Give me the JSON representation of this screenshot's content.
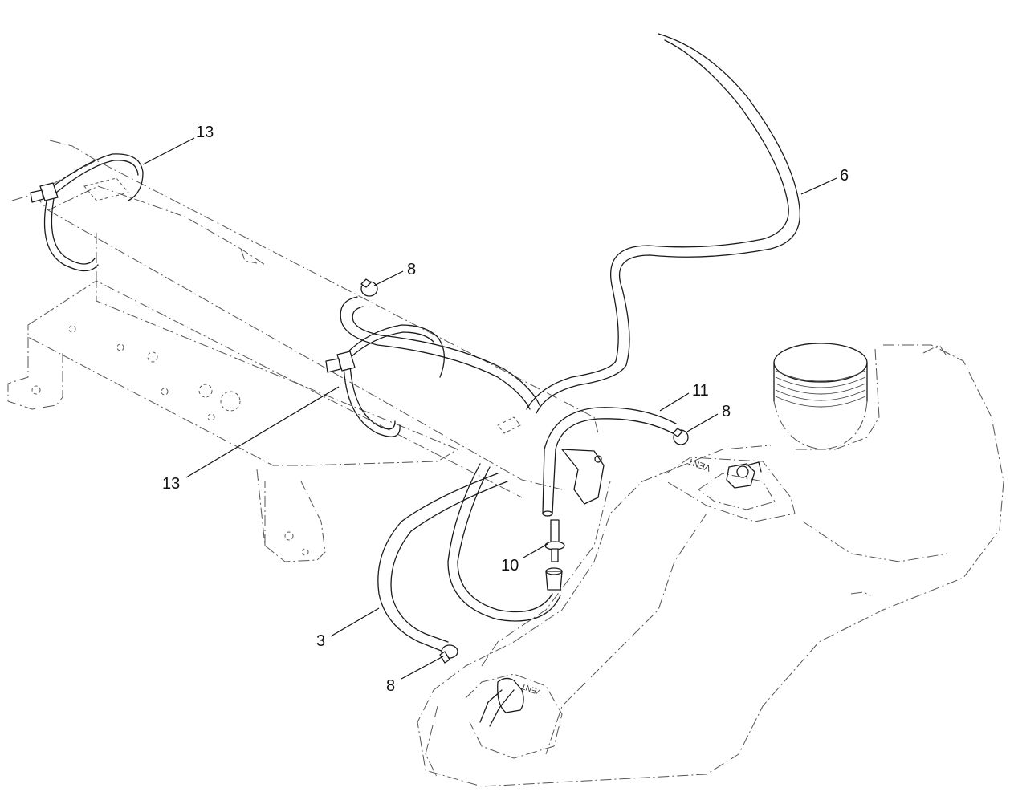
{
  "callouts": {
    "c13_top": "13",
    "c6": "6",
    "c8_upper": "8",
    "c11": "11",
    "c8_right": "8",
    "c13_bottom": "13",
    "c10": "10",
    "c3": "3",
    "c8_lower": "8"
  }
}
